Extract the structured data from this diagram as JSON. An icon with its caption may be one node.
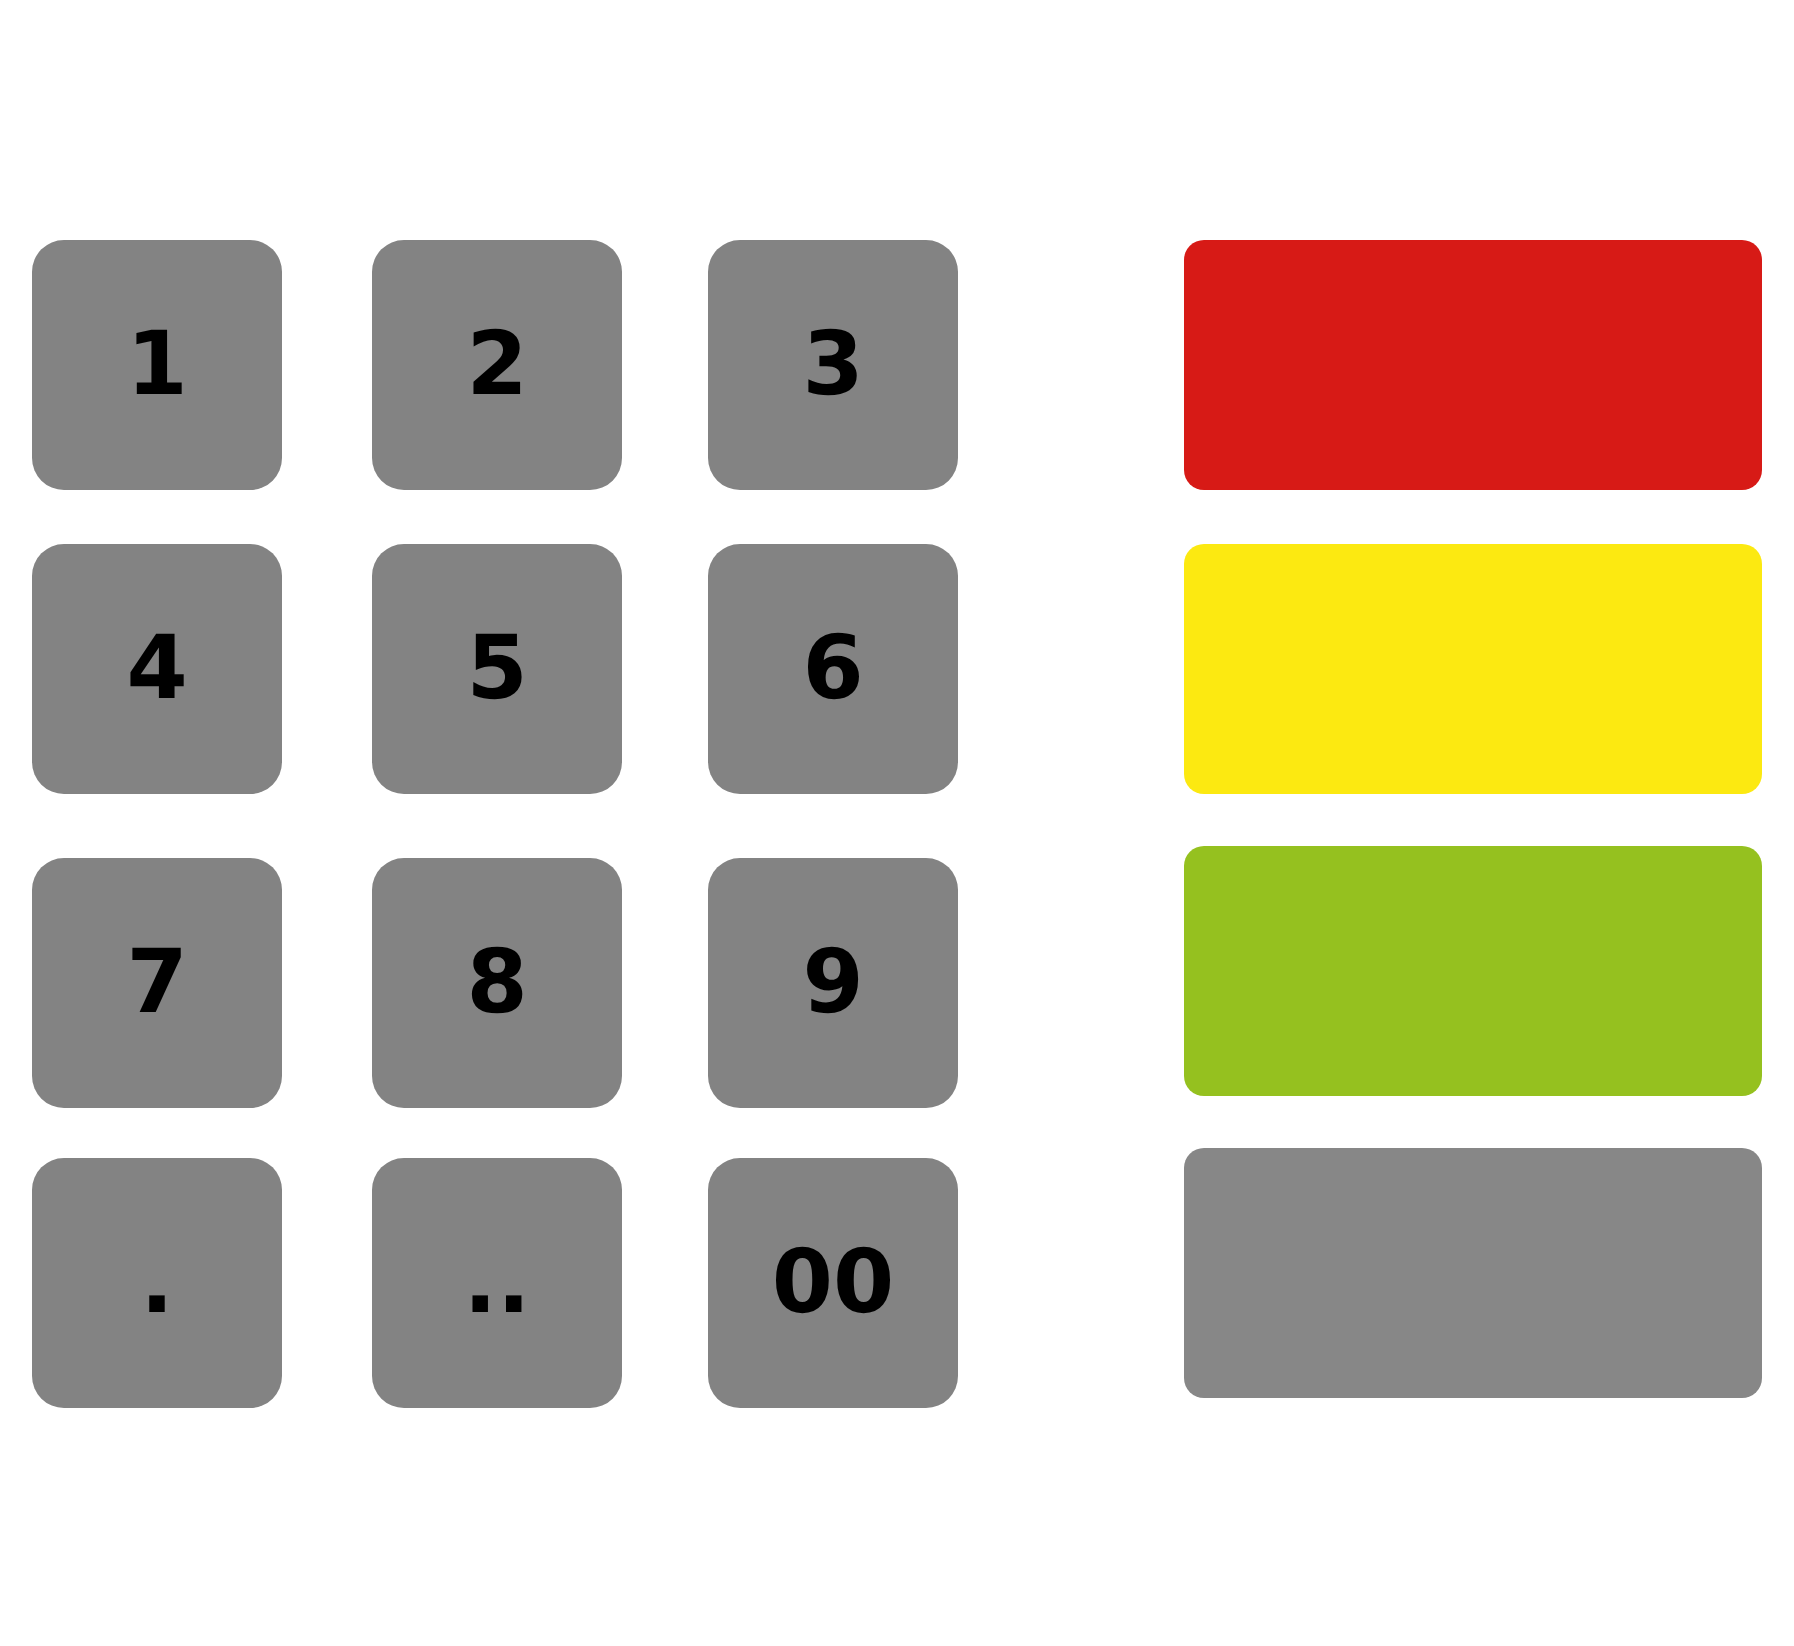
{
  "diagram": {
    "nodes": [
      {
        "text": [
          "1"
        ]
      },
      {
        "text": [
          "2"
        ]
      },
      {
        "text": [
          "3"
        ]
      },
      {
        "text": [
          "4"
        ]
      },
      {
        "text": [
          "5"
        ]
      },
      {
        "text": [
          "6"
        ]
      },
      {
        "text": [
          "7"
        ]
      },
      {
        "text": [
          "8"
        ]
      },
      {
        "text": [
          "9"
        ]
      },
      {
        "text": [
          "."
        ]
      },
      {
        "text": [
          ".."
        ]
      },
      {
        "text": [
          "00"
        ]
      },
      {
        "text": [],
        "shape": "box"
      },
      {
        "text": [],
        "shape": "box"
      },
      {
        "text": [],
        "shape": "box"
      },
      {
        "text": [],
        "shape": "box"
      }
    ]
  }
}
